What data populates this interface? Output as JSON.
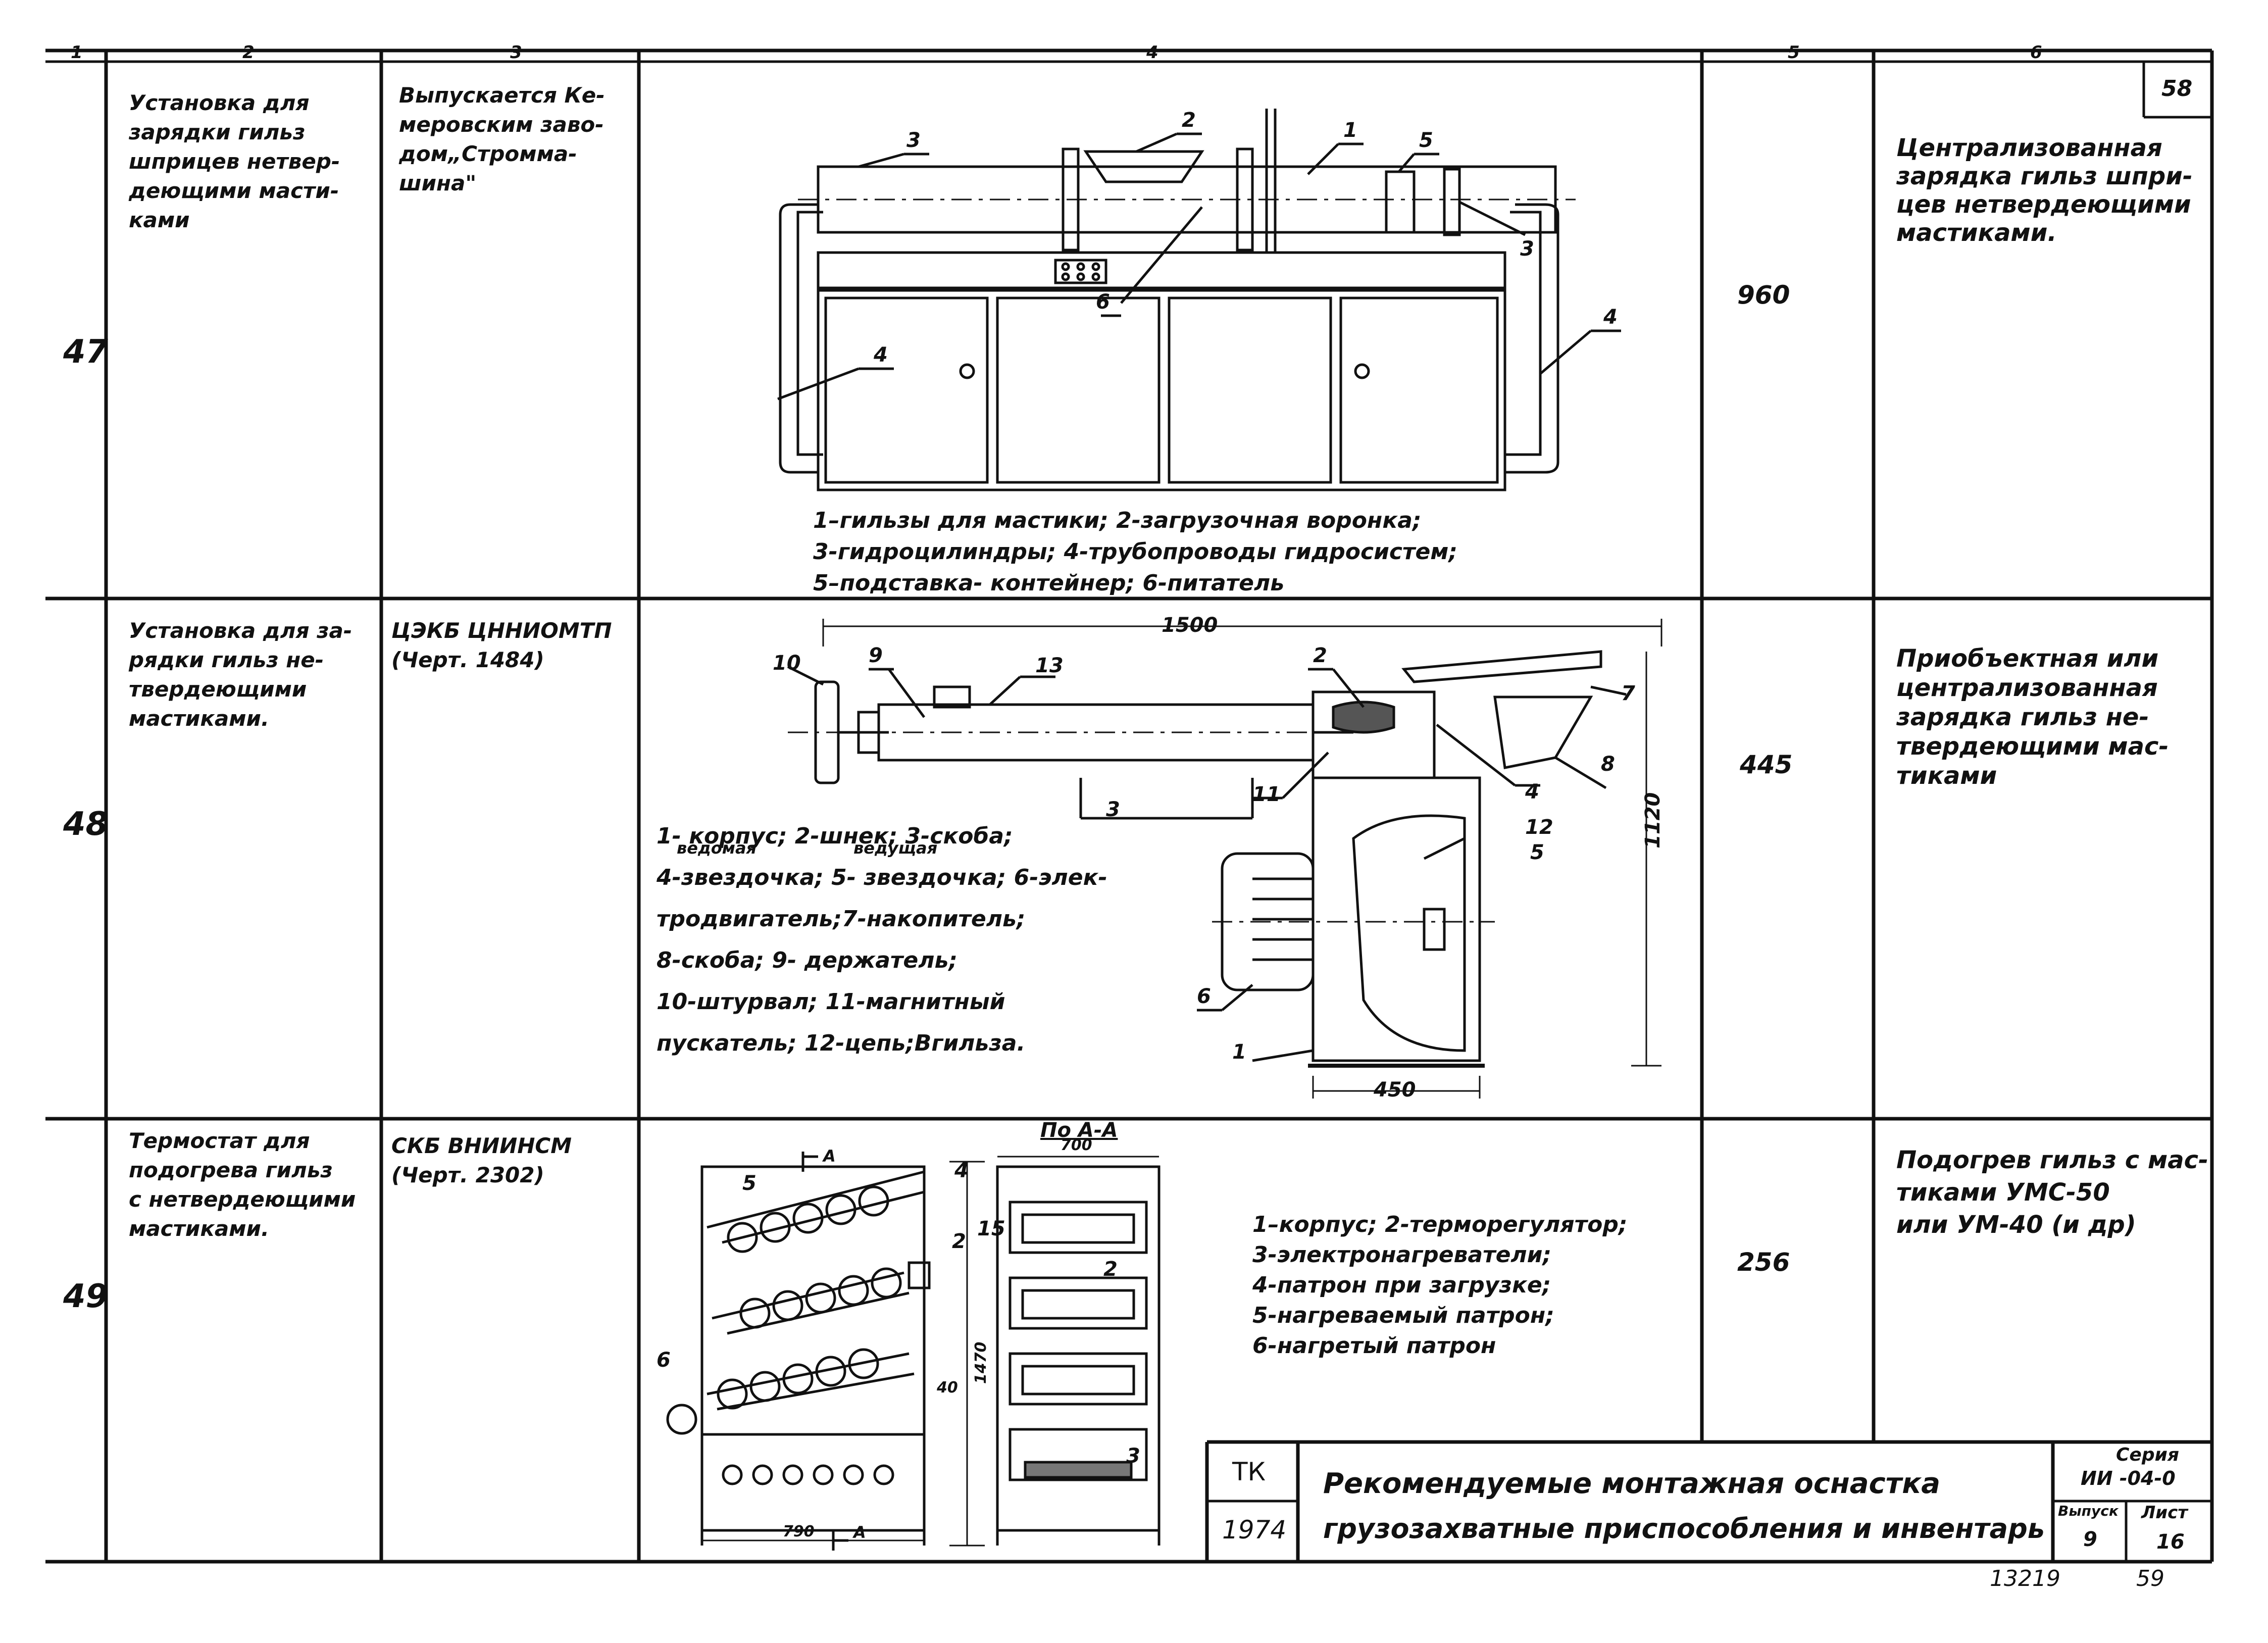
{
  "header": {
    "columns": [
      "1",
      "2",
      "3",
      "4",
      "5",
      "6"
    ],
    "sheet_number": "58"
  },
  "rows": [
    {
      "number": "47",
      "name": "Установка для зарядки гильз шприцев нетвердеющими мастиками",
      "name_lines": [
        "Установка для",
        "зарядки гильз",
        "шприцев нетвер-",
        "деющими масти-",
        "ками"
      ],
      "source_lines": [
        "Выпускается Ке-",
        "меровским заво-",
        "дом„Стромма-",
        "шина\""
      ],
      "price": "960",
      "purpose_lines": [
        "Централизованная",
        "зарядка гильз шпри-",
        "цев нетвердеющими",
        "мастиками."
      ],
      "legend_lines": [
        "1–гильзы для мастики; 2-загрузочная воронка;",
        "3-гидроцилиндры; 4-трубопроводы гидросистем;",
        "5–подставка- контейнер; 6-питатель"
      ],
      "callouts": [
        "3",
        "2",
        "1",
        "5",
        "3",
        "6",
        "4",
        "4"
      ]
    },
    {
      "number": "48",
      "name_lines": [
        "Установка для за-",
        "рядки гильз не-",
        "твердеющими",
        "мастиками."
      ],
      "source_lines": [
        "ЦЭКБ ЦННИОМТП",
        "(Черт. 1484)"
      ],
      "price": "445",
      "purpose_lines": [
        "Приобъектная или",
        "централизованная",
        "зарядка гильз не-",
        "твердеющими мас-",
        "тиками"
      ],
      "legend_lines": [
        "1- корпус; 2-шнек; 3-скоба;",
        "4-звездочка; 5- звездочка; 6-элек-",
        "тродвигатель;7-накопитель;",
        "8-скоба; 9- держатель;",
        "10-штурвал; 11-магнитный",
        "пускатель; 12-цепь;Вгильза."
      ],
      "legend_small": [
        "ведомая",
        "ведущая"
      ],
      "dimensions": {
        "length": "1500",
        "height": "1120",
        "base": "450"
      },
      "callouts": [
        "10",
        "9",
        "13",
        "2",
        "7",
        "8",
        "4",
        "11",
        "3",
        "12",
        "5",
        "6",
        "1"
      ]
    },
    {
      "number": "49",
      "name_lines": [
        "Термостат для",
        "подогрева гильз",
        "с нетвердеющими",
        "мастиками."
      ],
      "source_lines": [
        "СКБ ВНИИНСМ",
        "(Черт. 2302)"
      ],
      "price": "256",
      "purpose_lines": [
        "Подогрев гильз с мас-",
        "тиками УМС-50",
        "или УМ-40 (и др)"
      ],
      "legend_lines": [
        "1–корпус; 2-терморегулятор;",
        "3-электронагреватели;",
        "4-патрон при загрузке;",
        "5-нагреваемый   патрон;",
        "6-нагретый   патрон"
      ],
      "section_label": "По А-А",
      "dimensions": {
        "section_width": "700",
        "width": "790",
        "height": "1470",
        "inner": "40"
      },
      "callouts": [
        "5",
        "А",
        "4",
        "2",
        "15",
        "2",
        "6",
        "3",
        "А"
      ]
    }
  ],
  "title_block": {
    "code": "ТК",
    "year": "1974",
    "title_line1": "Рекомендуемые монтажная оснастка",
    "title_line2": "грузозахватные приспособления и инвентарь",
    "series_label": "Серия",
    "series_value": "ИИ -04-0",
    "issue_label": "Выпуск",
    "issue_value": "9",
    "sheet_label": "Лист",
    "sheet_value": "16"
  },
  "footer": {
    "doc_number": "13219",
    "page_number": "59"
  }
}
